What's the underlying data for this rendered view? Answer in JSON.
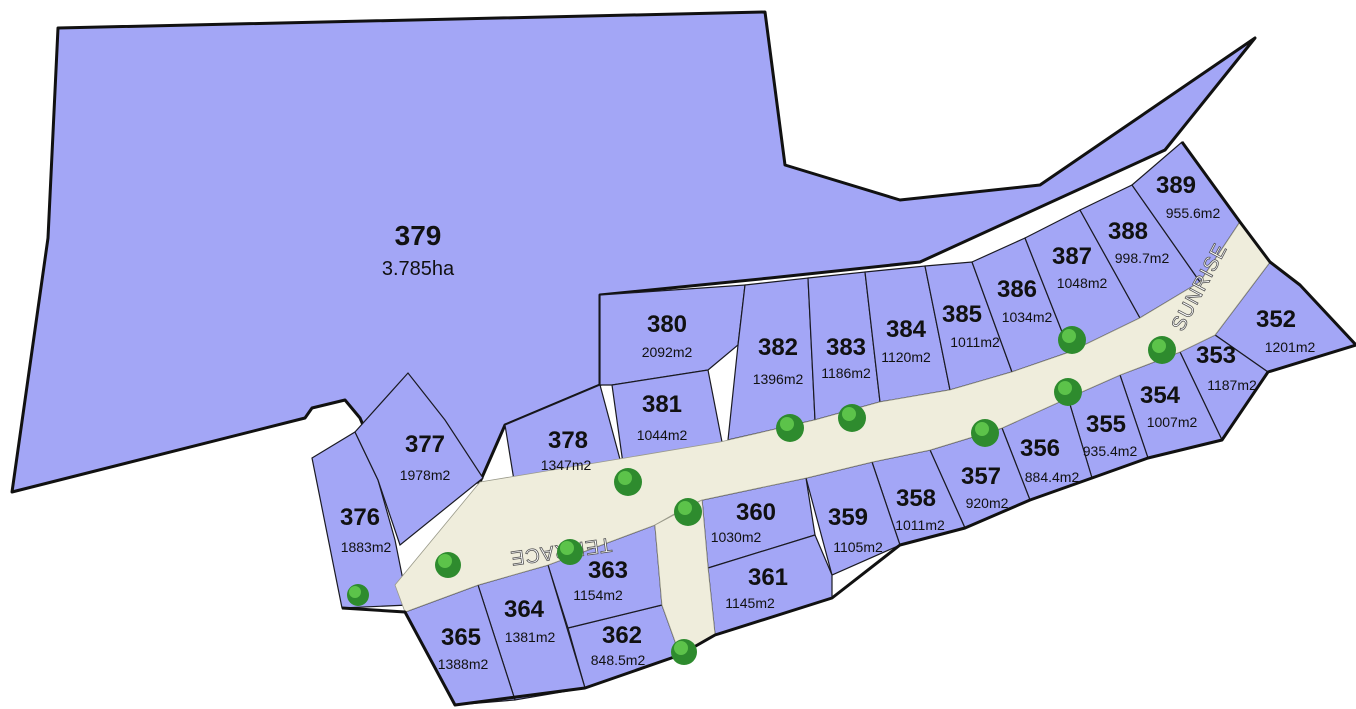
{
  "colors": {
    "lot": "#a3a6f6",
    "road": "#efeddc",
    "tree": "#3fa63a",
    "boundary": "#111111"
  },
  "streets": [
    {
      "id": "terrace",
      "name": "TERRACE"
    },
    {
      "id": "sunrise",
      "name": "SUNRISE"
    }
  ],
  "lots": {
    "379": {
      "number": "379",
      "area": "3.785ha"
    },
    "380": {
      "number": "380",
      "area": "2092m2"
    },
    "381": {
      "number": "381",
      "area": "1044m2"
    },
    "382": {
      "number": "382",
      "area": "1396m2"
    },
    "383": {
      "number": "383",
      "area": "1186m2"
    },
    "384": {
      "number": "384",
      "area": "1120m2"
    },
    "385": {
      "number": "385",
      "area": "1011m2"
    },
    "386": {
      "number": "386",
      "area": "1034m2"
    },
    "387": {
      "number": "387",
      "area": "1048m2"
    },
    "388": {
      "number": "388",
      "area": "998.7m2"
    },
    "389": {
      "number": "389",
      "area": "955.6m2"
    },
    "352": {
      "number": "352",
      "area": "1201m2"
    },
    "353": {
      "number": "353",
      "area": "1187m2"
    },
    "354": {
      "number": "354",
      "area": "1007m2"
    },
    "355": {
      "number": "355",
      "area": "935.4m2"
    },
    "356": {
      "number": "356",
      "area": "884.4m2"
    },
    "357": {
      "number": "357",
      "area": "920m2"
    },
    "358": {
      "number": "358",
      "area": "1011m2"
    },
    "359": {
      "number": "359",
      "area": "1105m2"
    },
    "360": {
      "number": "360",
      "area": "1030m2"
    },
    "361": {
      "number": "361",
      "area": "1145m2"
    },
    "362": {
      "number": "362",
      "area": "848.5m2"
    },
    "363": {
      "number": "363",
      "area": "1154m2"
    },
    "364": {
      "number": "364",
      "area": "1381m2"
    },
    "365": {
      "number": "365",
      "area": "1388m2"
    },
    "376": {
      "number": "376",
      "area": "1883m2"
    },
    "377": {
      "number": "377",
      "area": "1978m2"
    },
    "378": {
      "number": "378",
      "area": "1347m2"
    }
  }
}
